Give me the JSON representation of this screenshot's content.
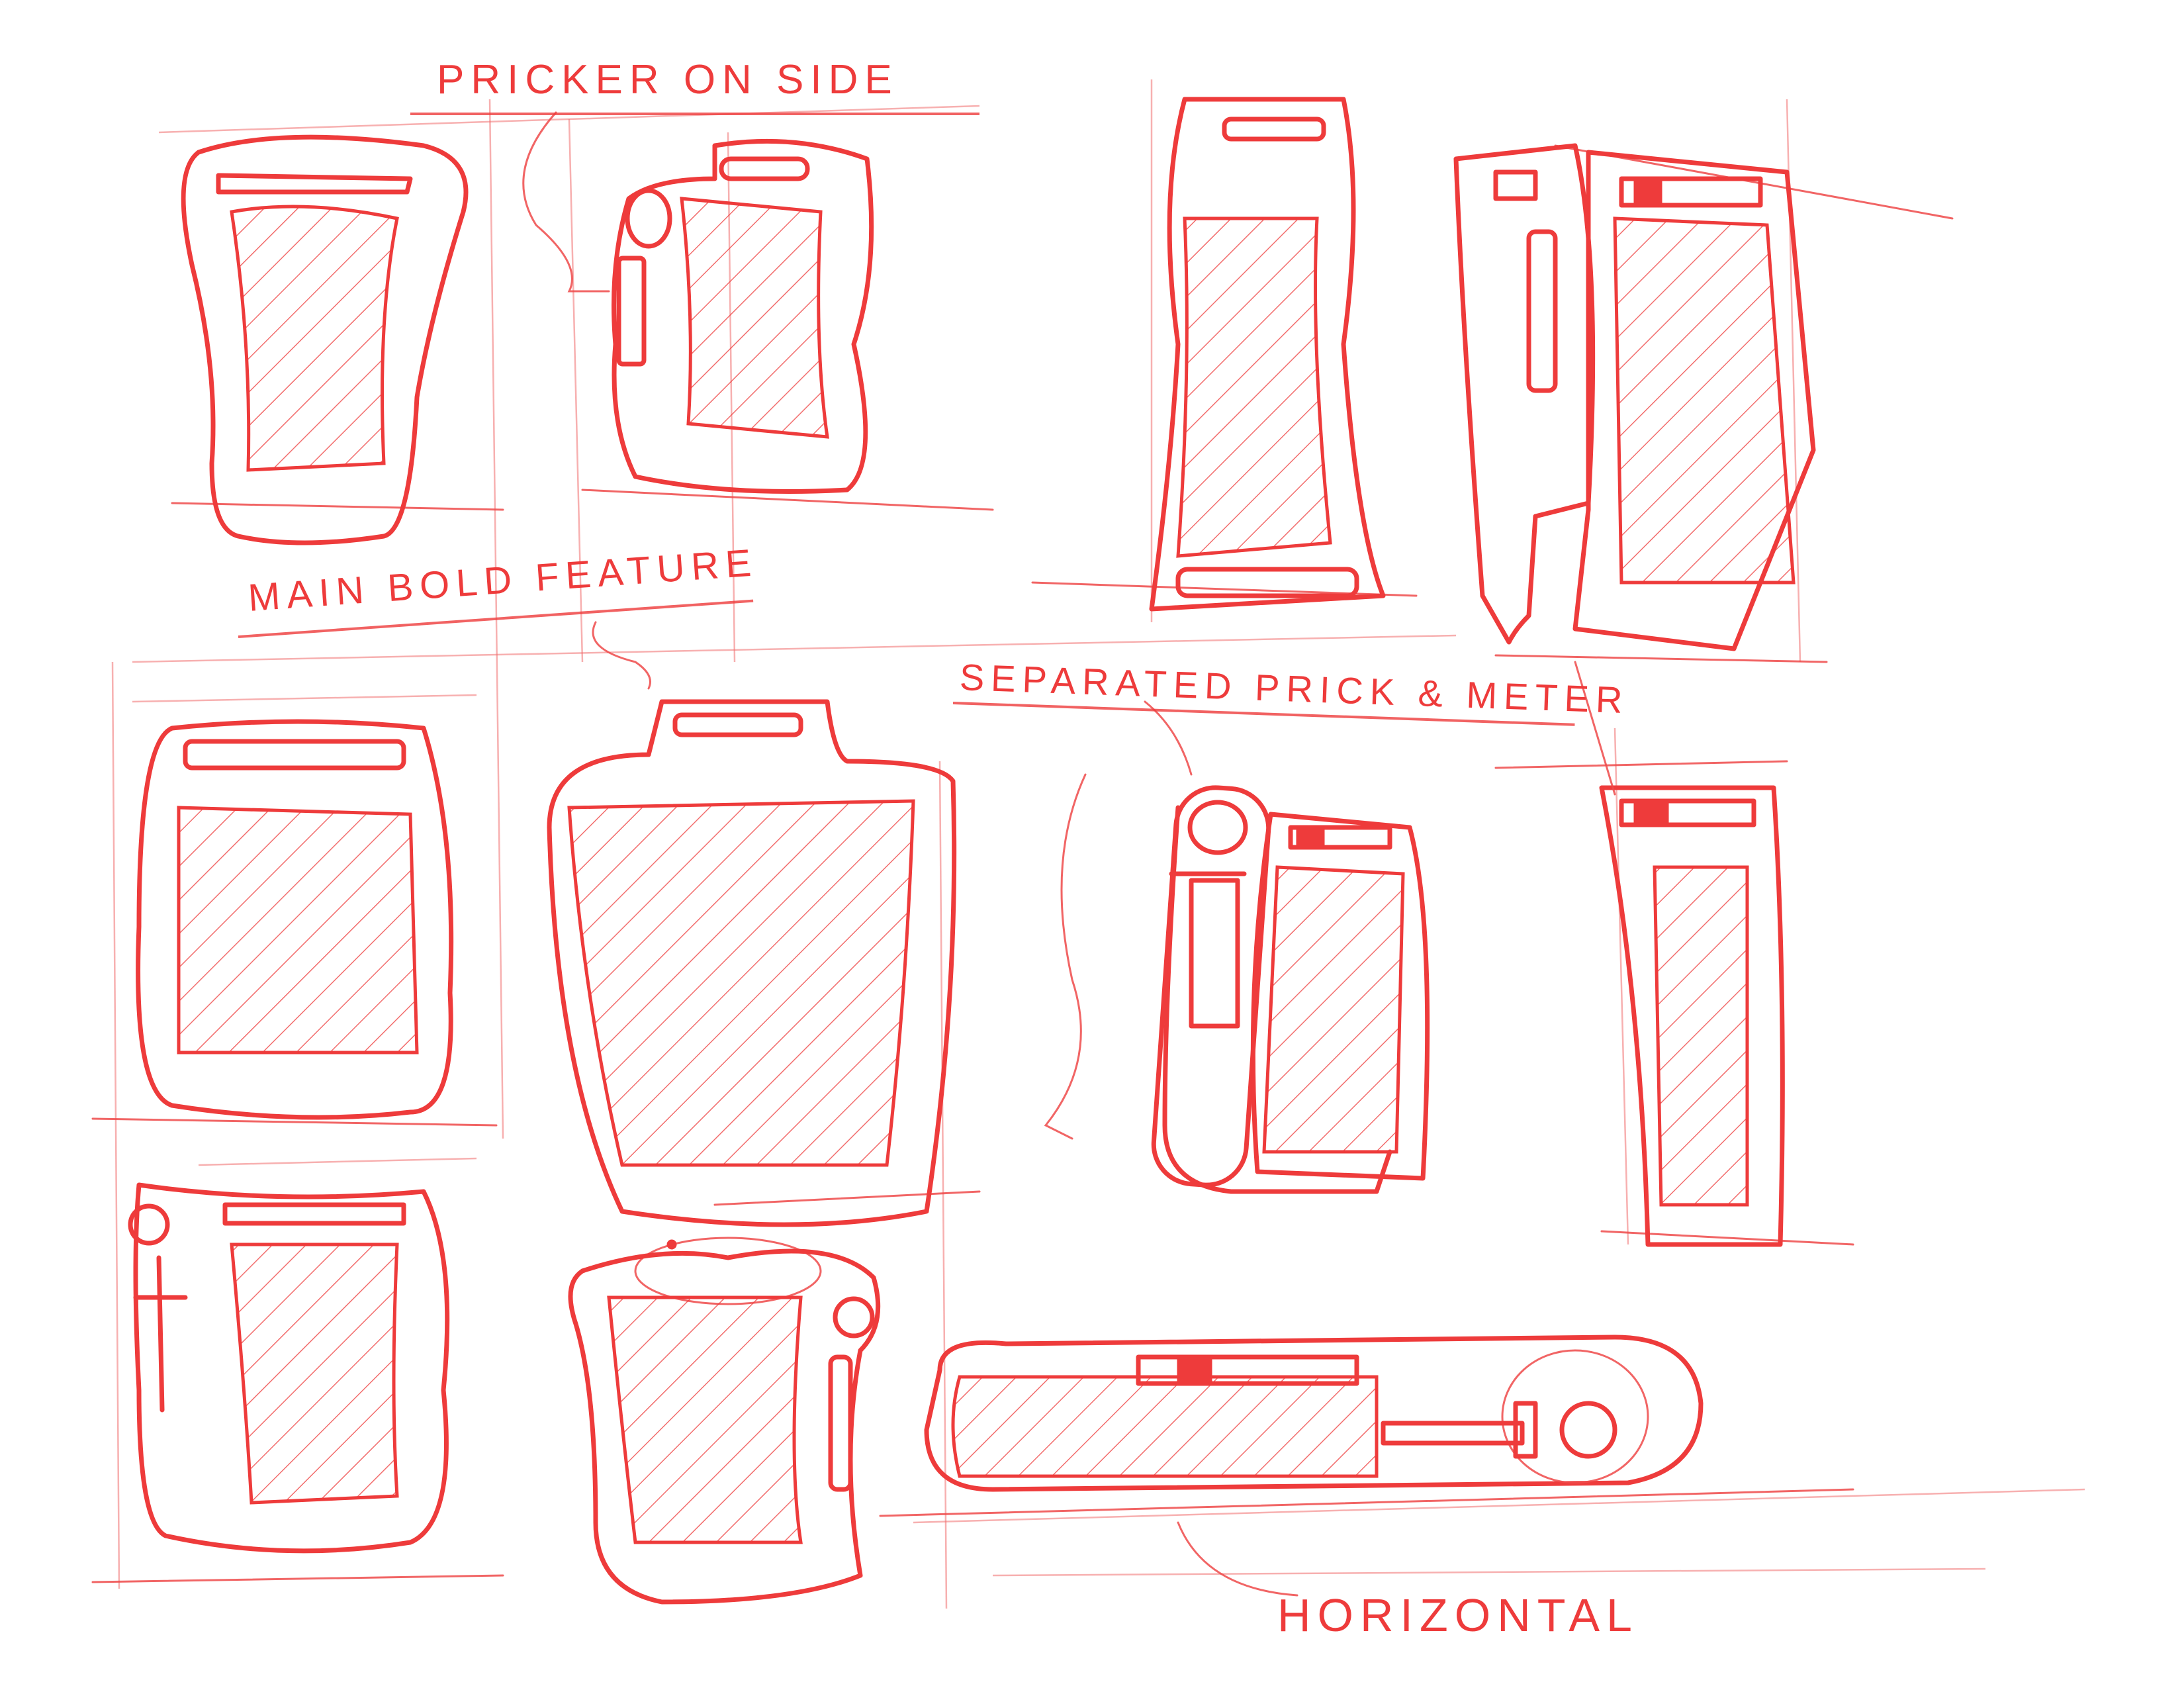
{
  "sheet": {
    "title": "Device concept sketches",
    "ink_color": "#ee3b3b",
    "background": "#ffffff"
  },
  "annotations": [
    {
      "id": "pricker",
      "text": "PRICKER ON SIDE"
    },
    {
      "id": "bold",
      "text": "MAIN BOLD FEATURE"
    },
    {
      "id": "separated",
      "text": "SEPARATED PRICK & METER"
    },
    {
      "id": "horizontal",
      "text": "HORIZONTAL"
    }
  ],
  "sketches": [
    {
      "id": "s1",
      "name": "hourglass-device-front"
    },
    {
      "id": "s2",
      "name": "pricker-on-side-device"
    },
    {
      "id": "s3",
      "name": "tall-waisted-device"
    },
    {
      "id": "s4",
      "name": "angled-device-perspective"
    },
    {
      "id": "s5",
      "name": "square-rounded-device"
    },
    {
      "id": "s6",
      "name": "bold-top-tab-device"
    },
    {
      "id": "s7",
      "name": "separated-pricker-and-meter"
    },
    {
      "id": "s8",
      "name": "slim-tall-device-perspective"
    },
    {
      "id": "s9",
      "name": "pricker-left-device"
    },
    {
      "id": "s10",
      "name": "winged-device-with-button"
    },
    {
      "id": "s11",
      "name": "horizontal-device"
    }
  ]
}
